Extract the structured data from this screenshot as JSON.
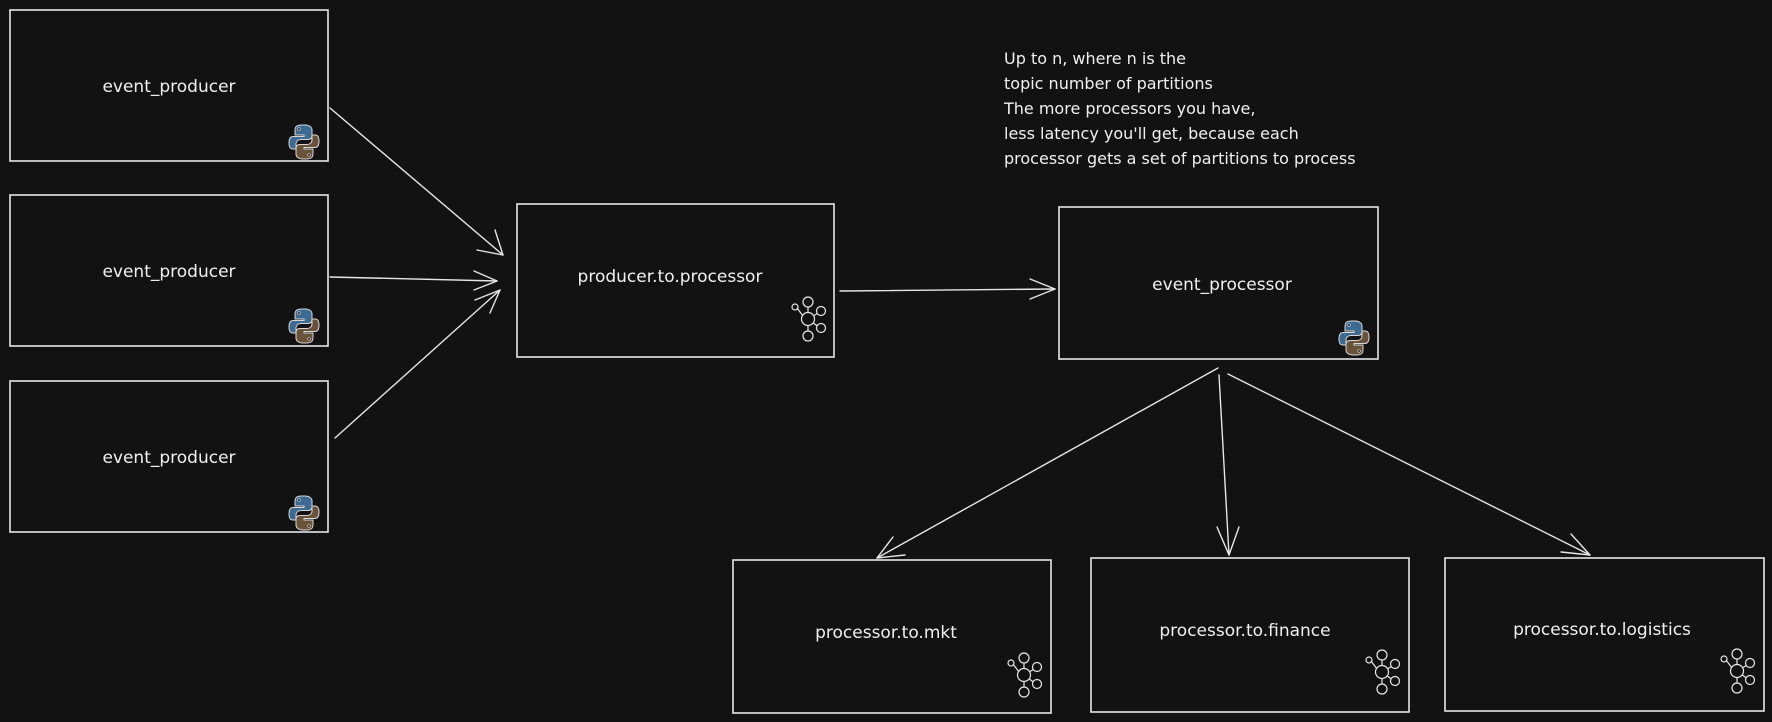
{
  "nodes": {
    "producer_1": {
      "label": "event_producer",
      "icon": "python-icon"
    },
    "producer_2": {
      "label": "event_producer",
      "icon": "python-icon"
    },
    "producer_3": {
      "label": "event_producer",
      "icon": "python-icon"
    },
    "topic_main": {
      "label": "producer.to.processor",
      "icon": "kafka-icon"
    },
    "processor": {
      "label": "event_processor",
      "icon": "python-icon"
    },
    "topic_mkt": {
      "label": "processor.to.mkt",
      "icon": "kafka-icon"
    },
    "topic_finance": {
      "label": "processor.to.finance",
      "icon": "kafka-icon"
    },
    "topic_logistics": {
      "label": "processor.to.logistics",
      "icon": "kafka-icon"
    }
  },
  "edges": [
    {
      "from": "producer_1",
      "to": "topic_main"
    },
    {
      "from": "producer_2",
      "to": "topic_main"
    },
    {
      "from": "producer_3",
      "to": "topic_main"
    },
    {
      "from": "topic_main",
      "to": "processor"
    },
    {
      "from": "processor",
      "to": "topic_mkt"
    },
    {
      "from": "processor",
      "to": "topic_finance"
    },
    {
      "from": "processor",
      "to": "topic_logistics"
    }
  ],
  "annotation": {
    "lines": [
      "Up to n, where n is the",
      "topic number of partitions",
      "",
      "The more processors you have,",
      "less latency you'll get, because each",
      "processor gets a set of partitions to process"
    ]
  },
  "colors": {
    "background": "#121212",
    "stroke": "#e6e6e6",
    "python_blue": "#3b6a93",
    "python_brown": "#6b533a"
  }
}
